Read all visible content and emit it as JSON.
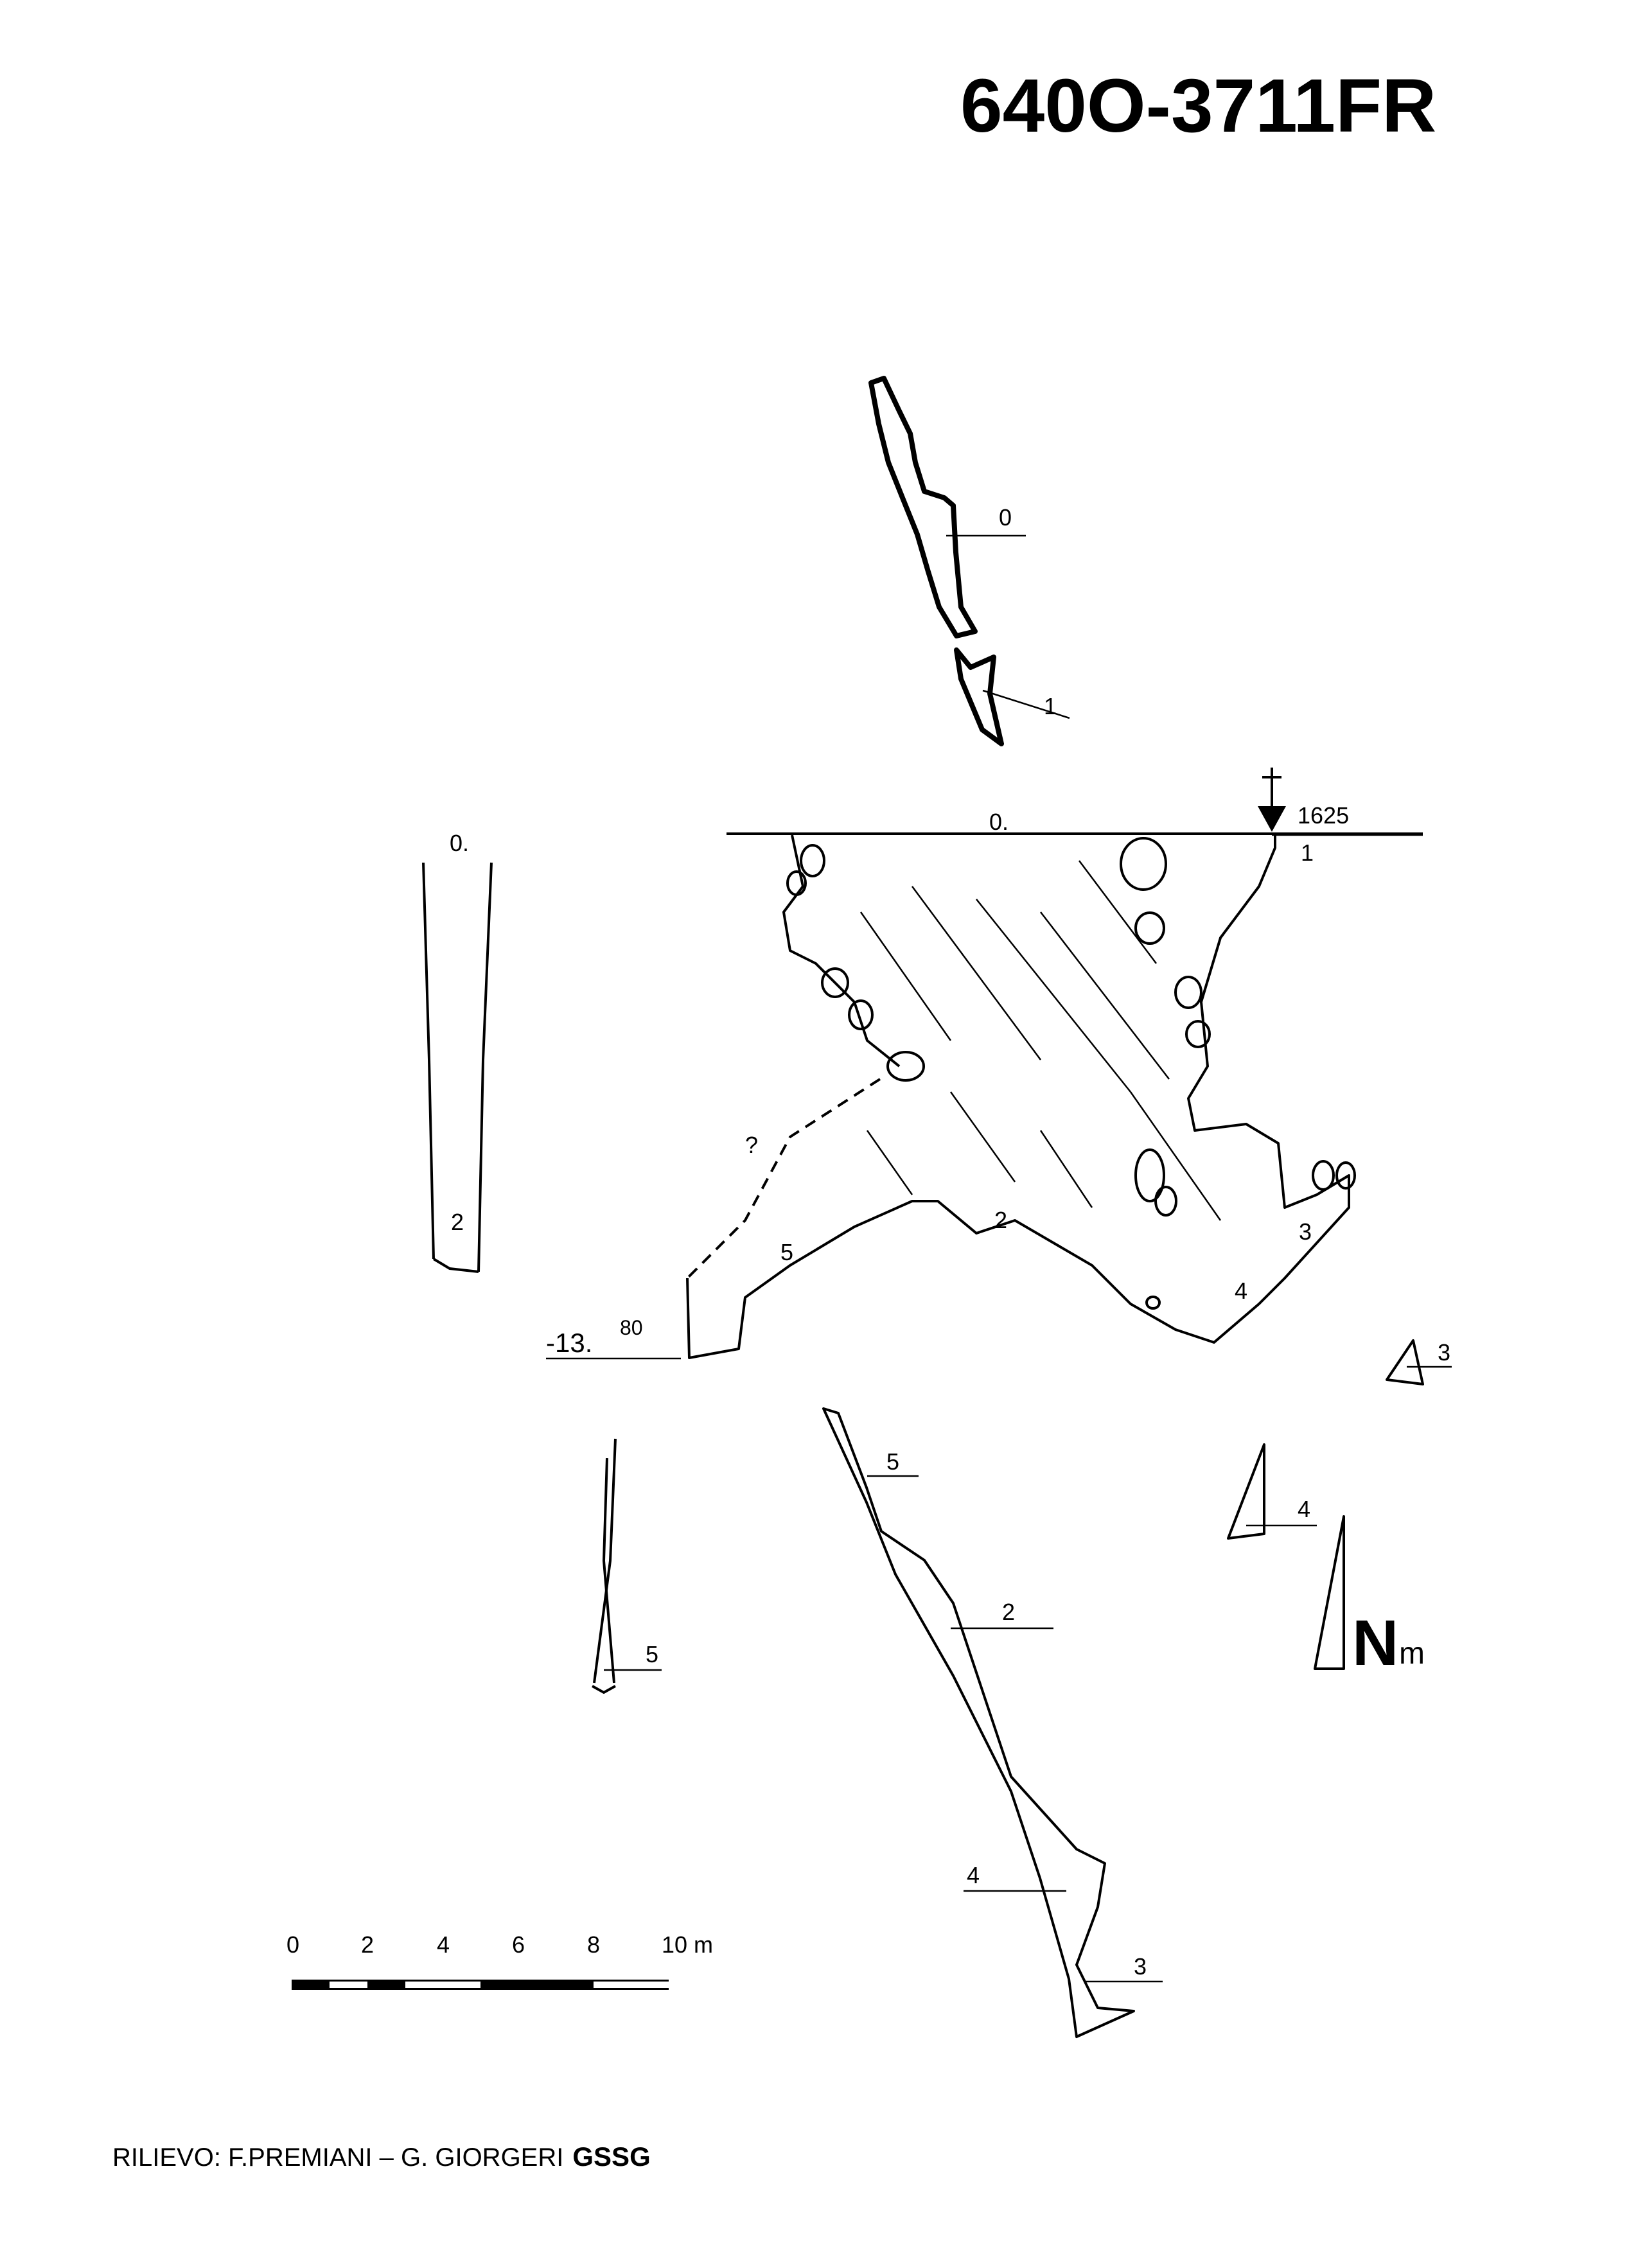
{
  "title": "640O-3711FR",
  "plan_upper": {
    "station_0": "0",
    "station_1": "1"
  },
  "section": {
    "entrance_elevation": "1625",
    "depth_label": "-13.",
    "depth_sup": "80",
    "station_0": "0.",
    "station_1": "1",
    "station_2": "2",
    "station_3": "3",
    "station_4": "4",
    "station_5": "5",
    "unknown_mark": "?"
  },
  "cross_sections": {
    "s0": "0.",
    "s2": "2",
    "s3": "3",
    "s4": "4",
    "s5": "5"
  },
  "plan_lower": {
    "station_5": "5",
    "station_2": "2",
    "station_4": "4",
    "station_3": "3"
  },
  "north_arrow": {
    "letter": "N",
    "sub": "m"
  },
  "scale_bar": {
    "labels": [
      "0",
      "2",
      "4",
      "6",
      "8",
      "10 m"
    ]
  },
  "credit": {
    "text": "RILIEVO: F.PREMIANI – G. GIORGERI",
    "org": "GSSG"
  }
}
